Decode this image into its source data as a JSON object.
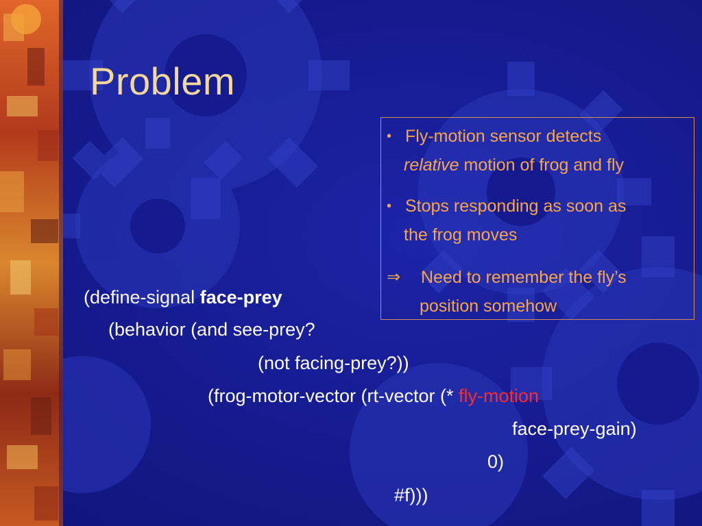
{
  "slide": {
    "title": "Problem",
    "callout": {
      "bullet1": {
        "marker": "•",
        "line1": "Fly-motion sensor detects",
        "line2_emph": "relative",
        "line2_rest": " motion of frog and fly"
      },
      "bullet2": {
        "marker": "•",
        "line1": "Stops responding as soon as",
        "line2": "the frog moves"
      },
      "conclusion": {
        "marker": "⇒",
        "line1": "Need to remember the fly’s",
        "line2": "position somehow"
      }
    },
    "code": {
      "line1_prefix": "(define-signal ",
      "line1_name": "face-prey",
      "line2": "(behavior (and see-prey?",
      "line3": "(not facing-prey?))",
      "line4_prefix": "(frog-motor-vector (rt-vector (* ",
      "line4_signal": "fly-motion",
      "line5": "face-prey-gain)",
      "line6": "0)",
      "line7": "#f)))"
    },
    "colors": {
      "background": "#161c92",
      "title": "#f3d79b",
      "callout_text": "#f8a54a",
      "callout_border": "#d98c4e",
      "code_text": "#ffffff",
      "highlight": "#ff2a2a"
    }
  }
}
